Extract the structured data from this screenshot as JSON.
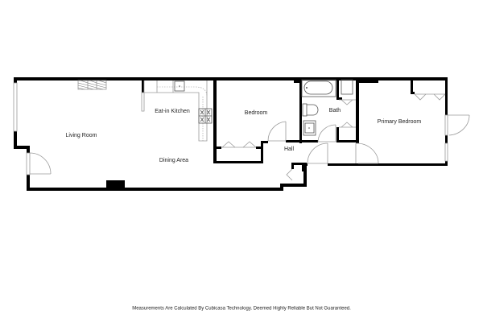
{
  "floor_plan": {
    "rooms": [
      {
        "id": "living-room",
        "label": "Living Room"
      },
      {
        "id": "eat-in-kitchen",
        "label": "Eat-in Kitchen"
      },
      {
        "id": "dining-area",
        "label": "Dining Area"
      },
      {
        "id": "bedroom",
        "label": "Bedroom"
      },
      {
        "id": "hall",
        "label": "Hall"
      },
      {
        "id": "bath",
        "label": "Bath"
      },
      {
        "id": "primary-bedroom",
        "label": "Primary Bedroom"
      }
    ],
    "colors": {
      "walls": "#000000",
      "fixtures": "#9a9a9a",
      "background": "#ffffff"
    }
  },
  "footer": {
    "disclaimer": "Measurements Are Calculated By Cubicasa Technology. Deemed Highly Reliable But Not Guaranteed."
  }
}
